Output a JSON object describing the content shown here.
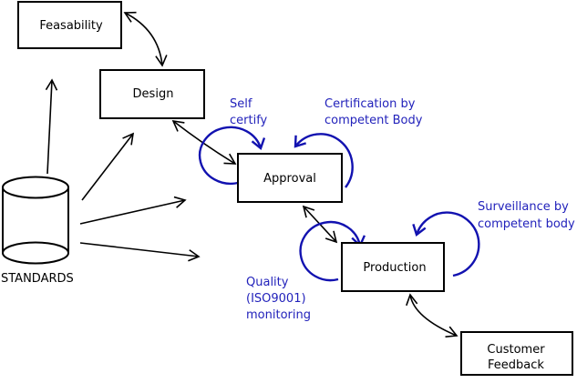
{
  "colors": {
    "line_black": "#000000",
    "annotation_blue": "#2222bb",
    "loop_stroke_blue": "#1212b0",
    "box_fill": "#ffffff"
  },
  "nodes": {
    "feasability": {
      "label": "Feasability"
    },
    "design": {
      "label": "Design"
    },
    "approval": {
      "label": "Approval"
    },
    "production": {
      "label": "Production"
    },
    "customer_feedback": {
      "lines": [
        "Customer",
        "Feedback"
      ]
    },
    "standards": {
      "label": "STANDARDS",
      "shape": "cylinder"
    }
  },
  "annotations": {
    "self_certify": {
      "lines": [
        "Self",
        "certify"
      ]
    },
    "certification": {
      "lines": [
        "Certification by",
        "competent Body"
      ]
    },
    "surveillance": {
      "lines": [
        "Surveillance by",
        "competent body"
      ]
    },
    "quality": {
      "lines": [
        "Quality",
        "(ISO9001)",
        "monitoring"
      ]
    }
  },
  "edges": [
    {
      "from": "feasability",
      "to": "design",
      "style": "curved-double-arrow"
    },
    {
      "from": "design",
      "to": "approval",
      "style": "curved-double-arrow"
    },
    {
      "from": "approval",
      "to": "production",
      "style": "double-arrow"
    },
    {
      "from": "production",
      "to": "customer_feedback",
      "style": "curved-double-arrow"
    },
    {
      "from": "standards",
      "to": "feasability",
      "style": "arrow"
    },
    {
      "from": "standards",
      "to": "design",
      "style": "arrow"
    },
    {
      "from": "standards",
      "to": "approval-direction",
      "style": "arrow"
    },
    {
      "from": "standards",
      "to": "production-direction",
      "style": "arrow"
    },
    {
      "on": "approval",
      "loop": "self_certify",
      "side": "left",
      "color": "blue"
    },
    {
      "on": "approval",
      "loop": "certification",
      "side": "right",
      "color": "blue"
    },
    {
      "on": "production",
      "loop": "quality",
      "side": "left",
      "color": "blue"
    },
    {
      "on": "production",
      "loop": "surveillance",
      "side": "right",
      "color": "blue"
    }
  ]
}
